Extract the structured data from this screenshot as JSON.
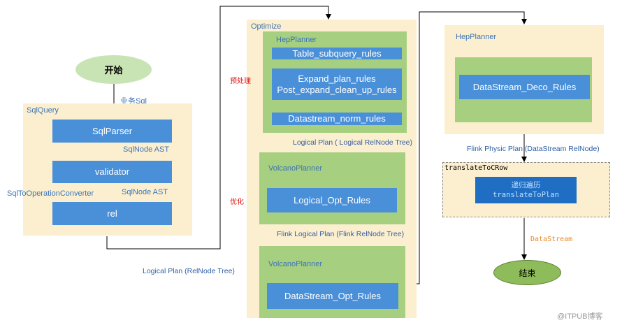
{
  "start": "开始",
  "end": "结束",
  "sqlquery": {
    "title": "SqlQuery",
    "sqlparser": "SqlParser",
    "validator": "validator",
    "rel": "rel"
  },
  "labels": {
    "business_sql": "业务Sql",
    "sqlnode_ast_1": "SqlNode AST",
    "sqlnode_ast_2": "SqlNode AST",
    "sql_to_op": "SqlToOperationConverter",
    "logical_plan_relnode": "Logical Plan (RelNode Tree)",
    "logical_plan_logical": "Logical Plan ( Logical RelNode Tree)",
    "flink_logical_plan": "Flink Logical Plan (Flink RelNode Tree)",
    "flink_physic_plan": "Flink Physic Plan (DataStream RelNode)",
    "datastream": "DataStream",
    "preprocess": "预处理",
    "optimize_cn": "优化"
  },
  "optimize": {
    "title": "Optimize",
    "hep_title": "HepPlanner",
    "rule_table_subquery": "Table_subquery_rules",
    "rule_expand_1": "Expand_plan_rules",
    "rule_expand_2": "Post_expand_clean_up_rules",
    "rule_norm": "Datastream_norm_rules",
    "volcano1_title": "VolcanoPlanner",
    "rule_logical_opt": "Logical_Opt_Rules",
    "volcano2_title": "VolcanoPlanner",
    "rule_datastream_opt": "DataStream_Opt_Rules"
  },
  "right": {
    "hep_title": "HepPlanner",
    "rule_deco": "DataStream_Deco_Rules",
    "translate_title": "translateToCRow",
    "translate_line1": "递归遍历",
    "translate_line2": "translateToPlan"
  },
  "watermark": "@ITPUB博客",
  "colors": {
    "panel": "#fcefcf",
    "green": "#a6cf7f",
    "blue": "#4a90d9",
    "label_blue": "#3b74b8",
    "red": "#e01010",
    "orange": "#e8892a"
  }
}
